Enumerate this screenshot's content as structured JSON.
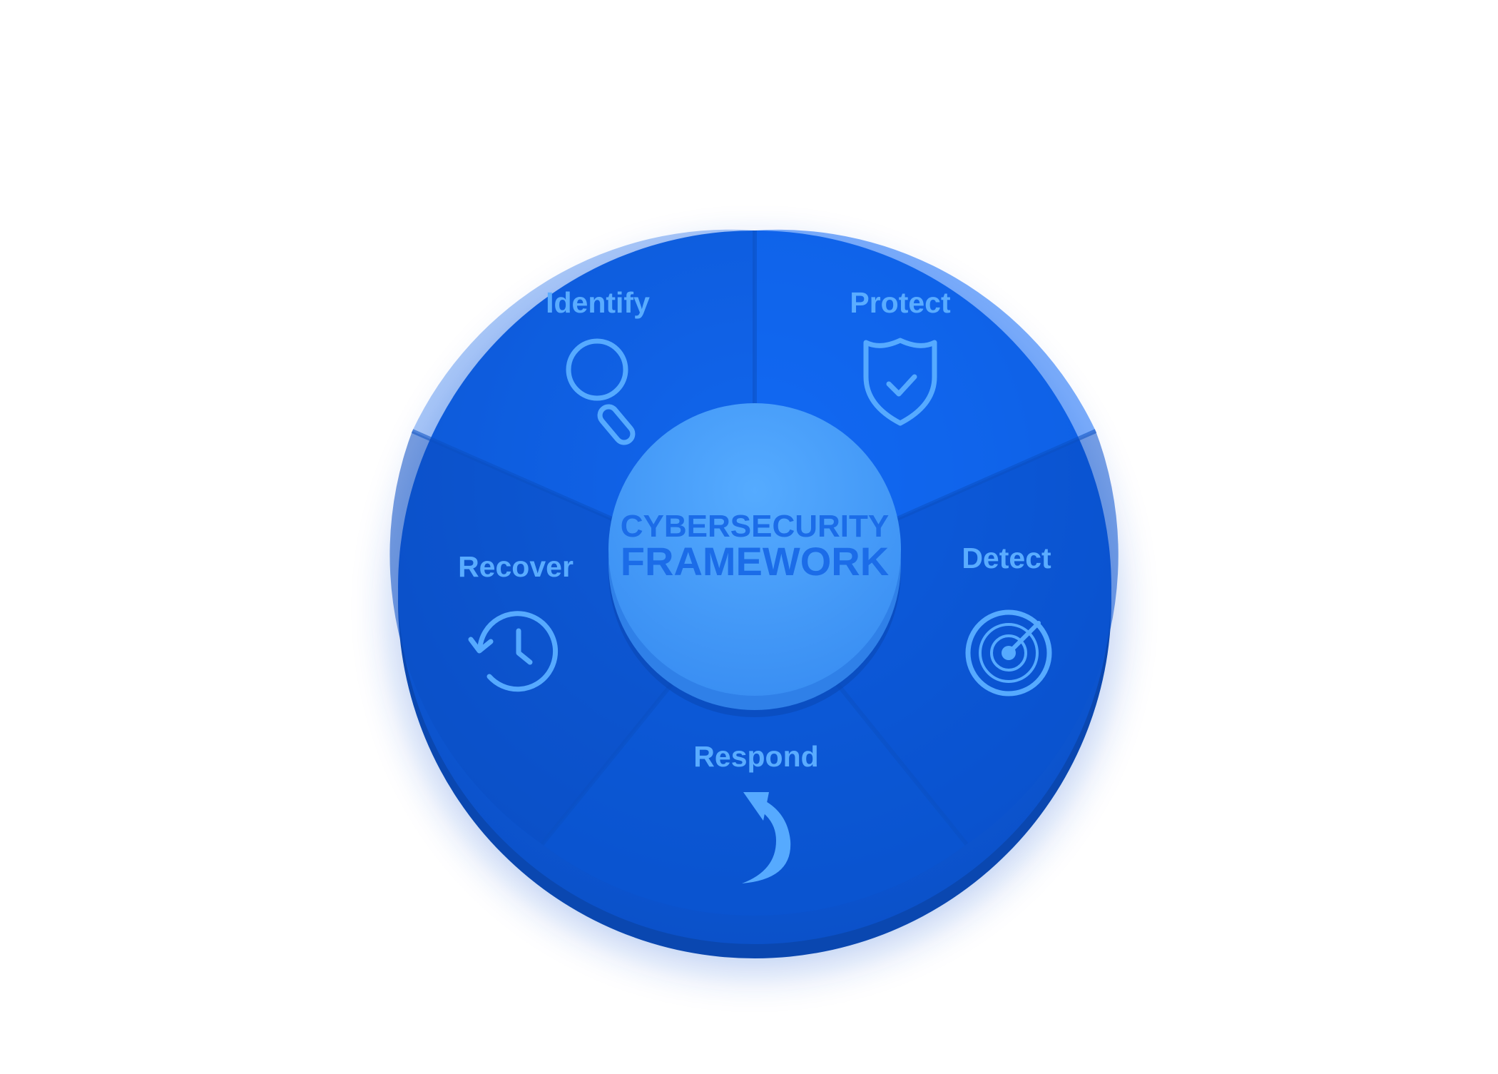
{
  "diagram": {
    "center": {
      "line1": "CYBERSECURITY",
      "line2": "FRAMEWORK"
    },
    "segments": [
      {
        "label": "Identify",
        "icon": "magnifier-icon"
      },
      {
        "label": "Protect",
        "icon": "shield-check-icon"
      },
      {
        "label": "Detect",
        "icon": "radar-icon"
      },
      {
        "label": "Respond",
        "icon": "curved-arrow-icon"
      },
      {
        "label": "Recover",
        "icon": "history-clock-icon"
      }
    ]
  },
  "colors": {
    "wheel": "#0d5ddd",
    "wheel_dark": "#0a48b4",
    "segment_label": "#5aacff",
    "icon_stroke": "#56aaff",
    "hub": "#4da3ff",
    "hub_shadow": "#2f7fe6",
    "hub_text": "#1b6ce8"
  }
}
